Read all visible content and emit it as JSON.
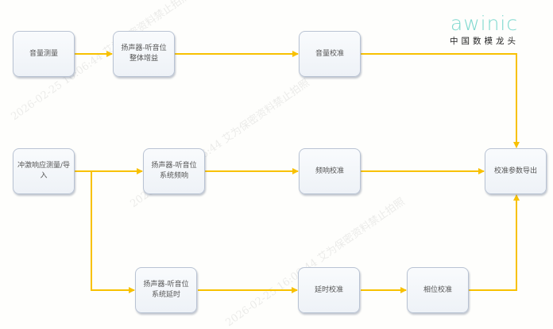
{
  "logo": {
    "brand": "awinic",
    "slogan": "中国数模龙头"
  },
  "watermark": "2026-02-25 16:06:44 艾为保密资料禁止拍照",
  "nodes": {
    "volume_measure": "音量测量",
    "speaker_gain": "扬声器-听音位整体增益",
    "volume_calib": "音量校准",
    "impulse_measure": "冲激响应测量/导入",
    "speaker_freq": "扬声器-听音位系统频响",
    "freq_calib": "频响校准",
    "export": "校准参数导出",
    "speaker_delay": "扬声器-听音位系统延时",
    "delay_calib": "延时校准",
    "phase_calib": "相位校准"
  },
  "colors": {
    "arrow": "#f8c100",
    "logo": "#7fd9cf"
  }
}
